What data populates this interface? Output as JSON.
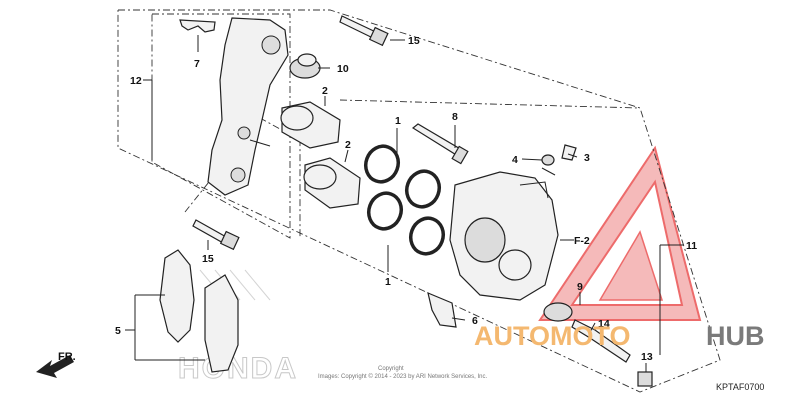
{
  "diagram": {
    "callouts": {
      "c1a": "1",
      "c1b": "1",
      "c2a": "2",
      "c2b": "2",
      "c3": "3",
      "c4": "4",
      "c5": "5",
      "c6": "6",
      "c7": "7",
      "c8": "8",
      "c9": "9",
      "c10": "10",
      "c11": "11",
      "c12": "12",
      "c13": "13",
      "c14": "14",
      "c15a": "15",
      "c15b": "15"
    },
    "ref_label": "F-2",
    "front_label": "FR.",
    "diagram_code": "KPTAF0700",
    "copyright_line1": "Copyright",
    "copyright_line2": "Images: Copyright © 2014 - 2023 by ARI Network Services, Inc."
  },
  "watermark": {
    "part1": "AUTOMOTO",
    "part2": "HUB",
    "brand": "HONDA",
    "colors": {
      "triangle": "#e83a3a",
      "auto": "#f4b870",
      "hub": "#7a7a7a"
    }
  }
}
